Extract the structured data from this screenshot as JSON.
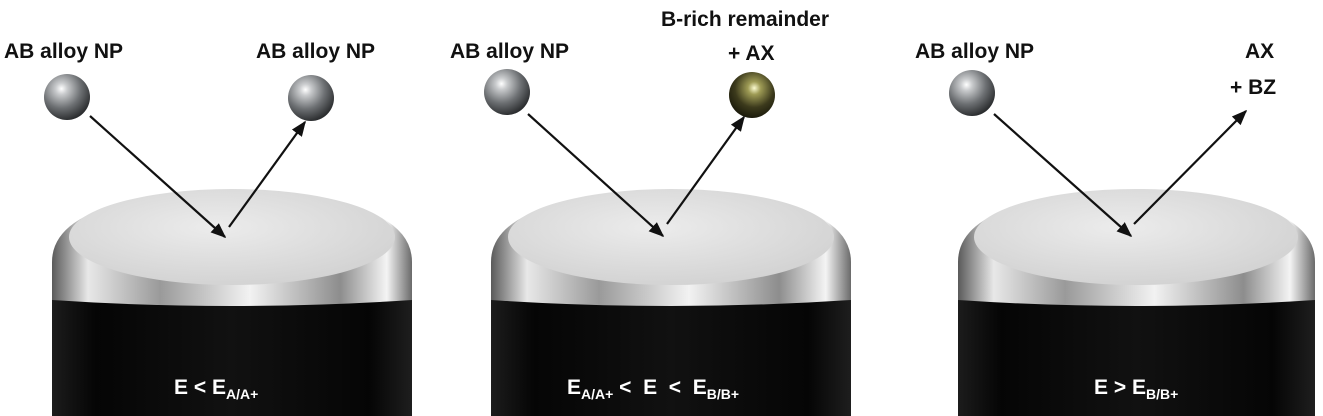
{
  "panels": [
    {
      "incoming_label": "AB alloy NP",
      "outgoing_label_line1": "AB alloy NP",
      "outgoing_label_line2": "",
      "outgoing_particle": "metallic-grey",
      "condition": {
        "part1": "E < E",
        "sub1": "A/A+",
        "part2": "",
        "sub2": ""
      }
    },
    {
      "incoming_label": "AB alloy NP",
      "outgoing_label_line1": "B-rich remainder",
      "outgoing_label_line2": "+ AX",
      "outgoing_particle": "dark-olive",
      "condition": {
        "part1": "E",
        "sub1": "A/A+",
        "part2": " <  E  <  E",
        "sub2": "B/B+"
      }
    },
    {
      "incoming_label": "AB alloy NP",
      "outgoing_label_line1": "AX",
      "outgoing_label_line2": "+ BZ",
      "outgoing_particle": "none",
      "condition": {
        "part1": "E > E",
        "sub1": "B/B+",
        "part2": "",
        "sub2": ""
      }
    }
  ],
  "colors": {
    "electrode_body": "#0b0b0b",
    "electrode_top": "#dcdcdc",
    "particle_grey": "#8a8d90",
    "particle_olive": "#3f3d22"
  }
}
